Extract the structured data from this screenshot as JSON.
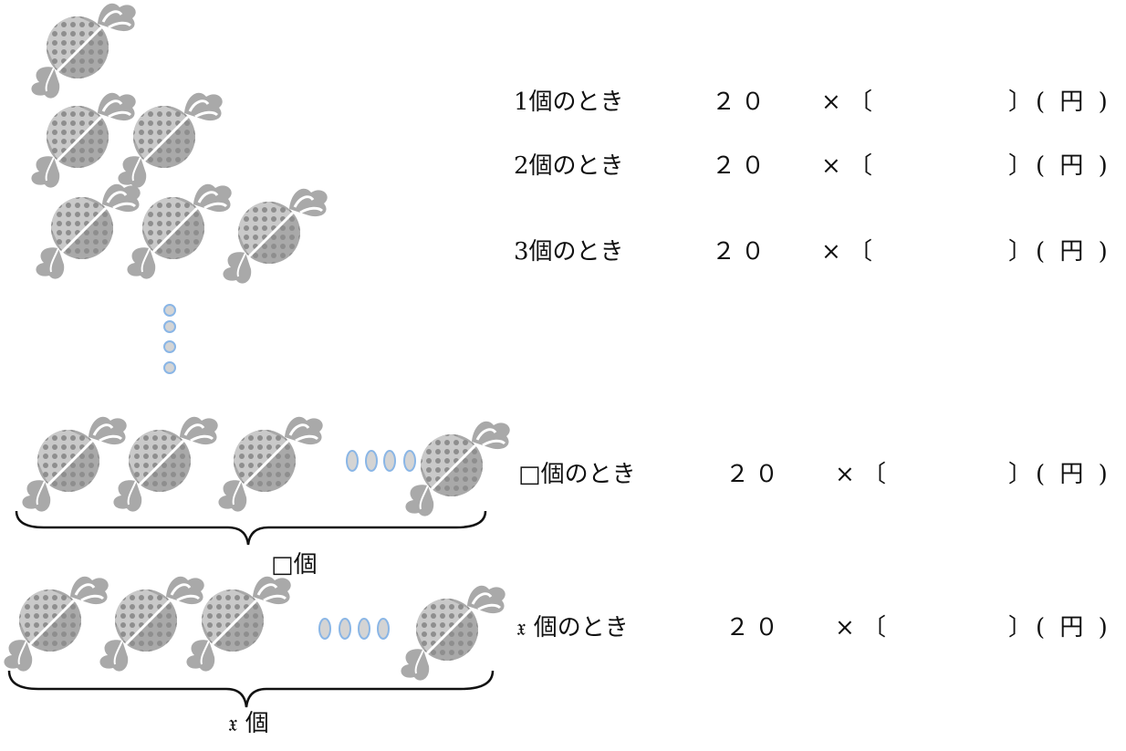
{
  "rows": [
    {
      "label": "1個のとき",
      "price": "２０",
      "times": "×",
      "open": "〔",
      "close": "〕",
      "unit": "( 円 )"
    },
    {
      "label": "2個のとき",
      "price": "２０",
      "times": "×",
      "open": "〔",
      "close": "〕",
      "unit": "( 円 )"
    },
    {
      "label": "3個のとき",
      "price": "２０",
      "times": "×",
      "open": "〔",
      "close": "〕",
      "unit": "( 円 )"
    },
    {
      "label": "□個のとき",
      "price": "２０",
      "times": "×",
      "open": "〔",
      "close": "〕",
      "unit": "( 円 )"
    },
    {
      "label": "𝔵 個のとき",
      "price": "２０",
      "times": "×",
      "open": "〔",
      "close": "〕",
      "unit": "( 円 )"
    }
  ],
  "braces": [
    {
      "label": "□個"
    },
    {
      "label": "𝔵 個"
    }
  ],
  "icons": {
    "candy": "candy-icon",
    "dots": "vertical-ellipsis-icon",
    "ovals": "horizontal-ellipsis-icon"
  },
  "colors": {
    "candy": "#a9a9a9",
    "dot_fill": "#d4d4d4",
    "dot_stroke": "#8ab6e6",
    "text": "#111111"
  }
}
